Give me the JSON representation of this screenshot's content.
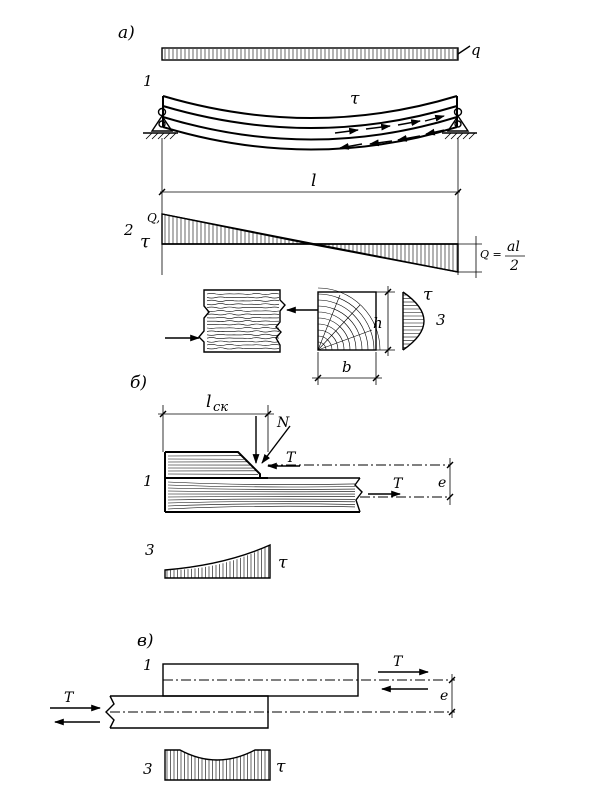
{
  "panels": {
    "a": {
      "label": "а)",
      "load_label": "q",
      "item_1": "1",
      "tau_label": "τ",
      "span_label": "l",
      "item_2": "2",
      "q_label": "Q,",
      "tau_diag_label": "τ",
      "q_formula_left": "Q =",
      "q_formula_num": "al",
      "q_formula_den": "2",
      "section_h": "h",
      "section_b": "b",
      "tau_section": "τ",
      "item_3": "3"
    },
    "b": {
      "label": "б)",
      "length_label": "l",
      "length_sub": "ск",
      "force_n": "N",
      "force_t_top": "T",
      "force_t_bottom": "T",
      "ecc_label": "e",
      "item_1": "1",
      "item_3": "3",
      "tau_label": "τ"
    },
    "v": {
      "label": "в)",
      "item_1": "1",
      "force_t_right": "T",
      "force_t_left": "T",
      "ecc_label": "e",
      "item_3": "3",
      "tau_label": "τ"
    }
  }
}
